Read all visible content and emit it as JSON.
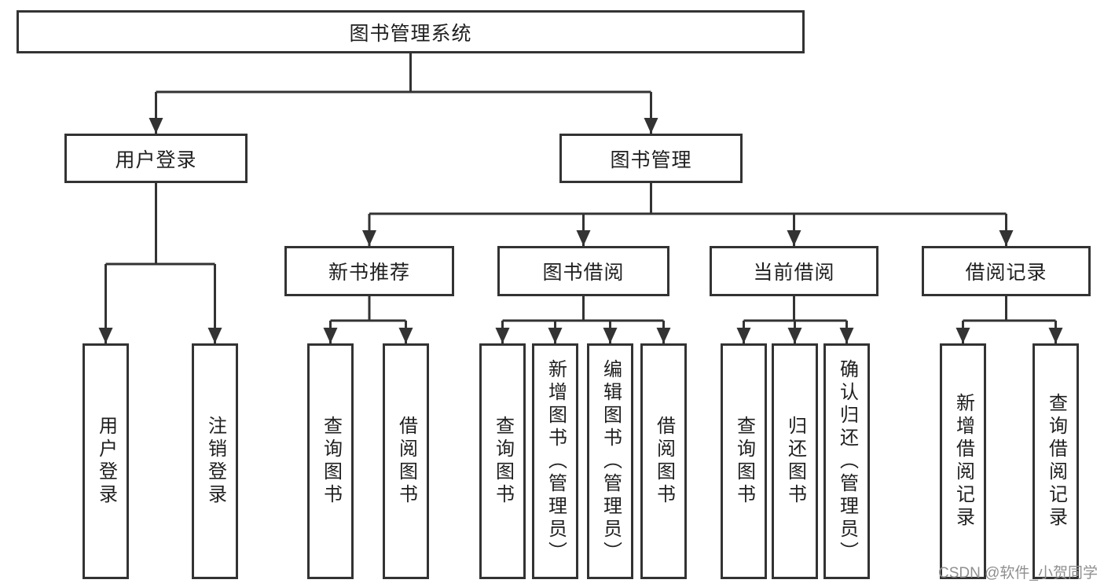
{
  "colors": {
    "line": "#333333",
    "box_border": "#333333",
    "box_bg": "#ffffff",
    "text": "#1f1f1f",
    "watermark": "#8f8f8f",
    "background": "#ffffff"
  },
  "nodes": {
    "root": "图书管理系统",
    "level2": [
      "用户登录",
      "图书管理"
    ],
    "level3": [
      "新书推荐",
      "图书借阅",
      "当前借阅",
      "借阅记录"
    ],
    "leaves": [
      "用户登录",
      "注销登录",
      "查询图书",
      "借阅图书",
      "查询图书",
      "新增图书（管理员）",
      "编辑图书（管理员）",
      "借阅图书",
      "查询图书",
      "归还图书",
      "确认归还（管理员）",
      "新增借阅记录",
      "查询借阅记录"
    ]
  },
  "watermark": "CSDN @软件_小贺同学"
}
